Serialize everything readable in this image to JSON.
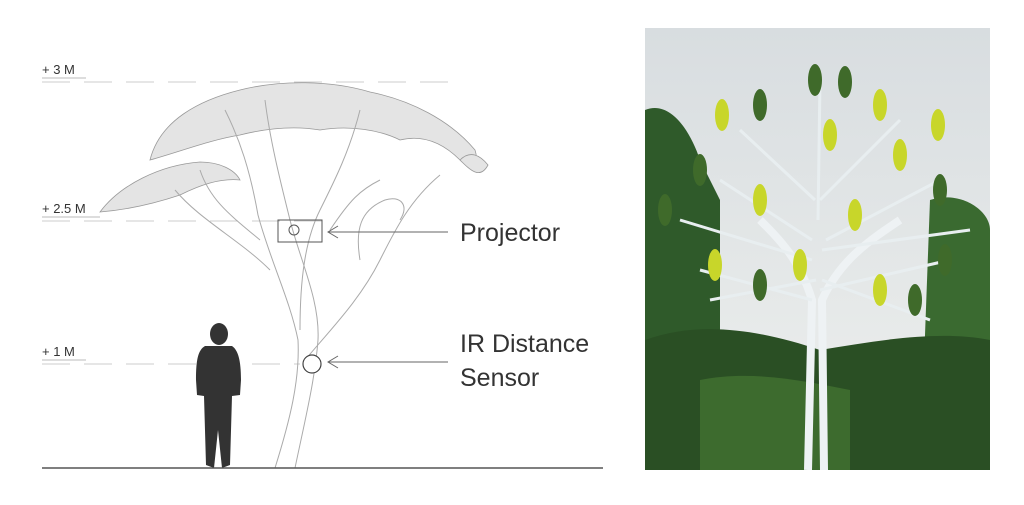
{
  "diagram": {
    "height_markers": [
      "+ 3 M",
      "+ 2.5 M",
      "+ 1 M"
    ],
    "callouts": {
      "projector": "Projector",
      "sensor_line1": "IR Distance",
      "sensor_line2": "Sensor"
    }
  },
  "colors": {
    "line": "#999999",
    "silhouette": "#333333",
    "foliage_dark": "#2f5a2a",
    "pod_yellow": "#c8d62a",
    "pod_dark": "#3f6a2a"
  }
}
